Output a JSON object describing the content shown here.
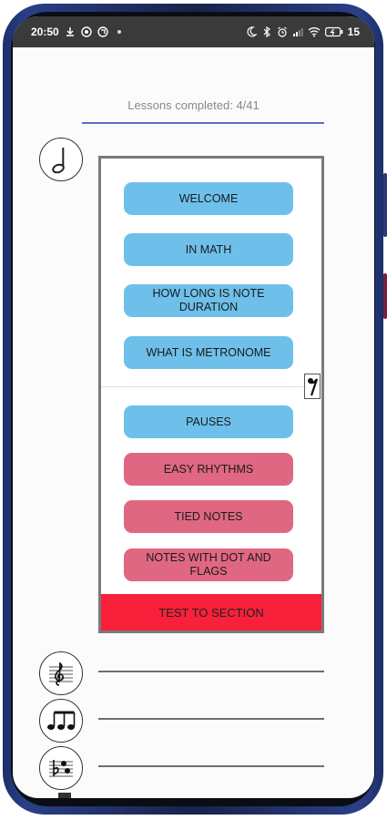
{
  "status_bar": {
    "time": "20:50",
    "battery": "15"
  },
  "progress": {
    "label": "Lessons completed: 4/41"
  },
  "sections": [
    {
      "icon": "half-note-icon",
      "lessons": [
        {
          "label": "WELCOME",
          "status": "completed",
          "color": "#6ec0ea"
        },
        {
          "label": "IN MATH",
          "status": "completed",
          "color": "#6ec0ea"
        },
        {
          "label": "HOW LONG IS NOTE DURATION",
          "status": "completed",
          "color": "#6ec0ea"
        },
        {
          "label": "WHAT IS METRONOME",
          "status": "completed",
          "color": "#6ec0ea"
        },
        {
          "label": "PAUSES",
          "status": "available",
          "color": "#6ec0ea"
        },
        {
          "label": "EASY RHYTHMS",
          "status": "locked",
          "color": "#e06782"
        },
        {
          "label": "TIED NOTES",
          "status": "locked",
          "color": "#e06782"
        },
        {
          "label": "NOTES WITH DOT AND FLAGS",
          "status": "locked",
          "color": "#e06782"
        }
      ],
      "test_label": "TEST TO SECTION",
      "test_color": "#f8203a"
    },
    {
      "icon": "treble-clef-staff-icon"
    },
    {
      "icon": "beamed-notes-icon"
    },
    {
      "icon": "key-signature-icon"
    }
  ],
  "colors": {
    "accent_line": "#5b6ec8",
    "status_bar": "#3a3a3a"
  }
}
